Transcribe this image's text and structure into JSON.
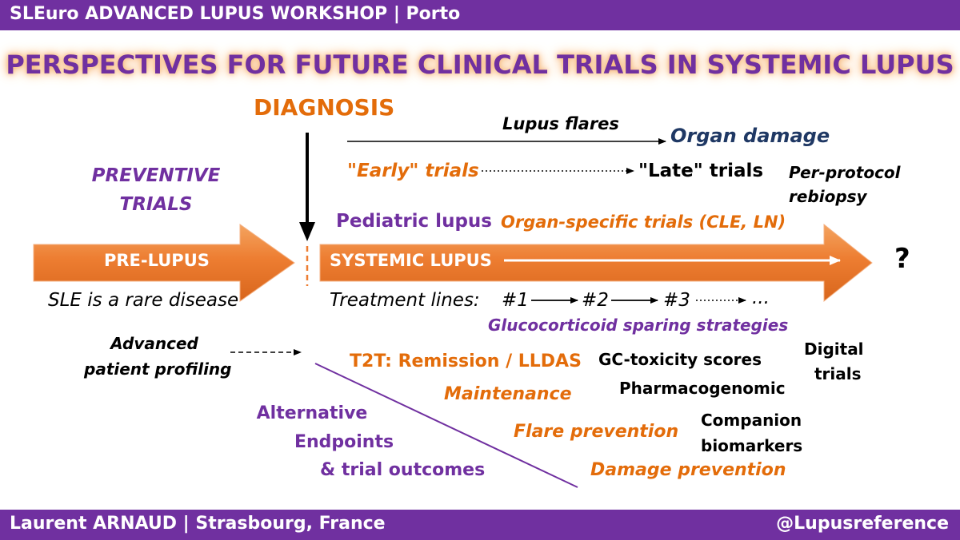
{
  "header": {
    "left": "SLEuro ADVANCED LUPUS WORKSHOP | Porto"
  },
  "title": "PERSPECTIVES FOR FUTURE CLINICAL TRIALS IN SYSTEMIC LUPUS",
  "diagnosis": "DIAGNOSIS",
  "lupus_flares": "Lupus flares",
  "organ_damage": "Organ damage",
  "early_trials": "\"Early\" trials",
  "late_trials": "\"Late\" trials",
  "per_protocol": [
    "Per-protocol",
    "rebiopsy"
  ],
  "preventive_trials": [
    "PREVENTIVE",
    "TRIALS"
  ],
  "pediatric_lupus": "Pediatric lupus",
  "organ_specific": "Organ-specific trials (CLE, LN)",
  "pre_lupus": "PRE-LUPUS",
  "systemic_lupus": "SYSTEMIC LUPUS",
  "question_mark": "?",
  "sle_rare": "SLE is a rare disease",
  "treatment_lines": {
    "label": "Treatment lines:",
    "steps": [
      "#1",
      "#2",
      "#3",
      "..."
    ]
  },
  "gc_sparing": "Glucocorticoid sparing strategies",
  "advanced_profiling": [
    "Advanced",
    "patient profiling"
  ],
  "t2t": "T2T: Remission / LLDAS",
  "gc_toxicity": "GC-toxicity scores",
  "digital_trials": [
    "Digital",
    "trials"
  ],
  "maintenance": "Maintenance",
  "pharmacogenomic": "Pharmacogenomic",
  "alternative_endpoints": [
    "Alternative",
    "Endpoints",
    "& trial outcomes"
  ],
  "flare_prevention": "Flare prevention",
  "companion_biomarkers": [
    "Companion",
    "biomarkers"
  ],
  "damage_prevention": "Damage prevention",
  "footer": {
    "left": "Laurent ARNAUD | Strasbourg, France",
    "right": "@Lupusreference"
  },
  "colors": {
    "purple": "#7030a0",
    "orange": "#e36c0a",
    "navy": "#1f3864",
    "arrow_orange": "#ed7d31"
  }
}
